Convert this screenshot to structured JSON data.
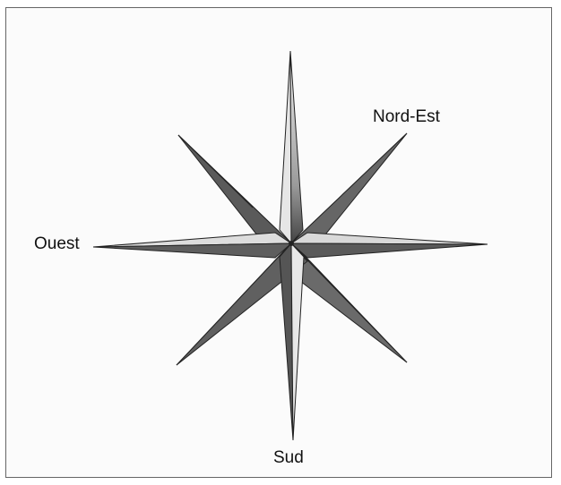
{
  "figure": {
    "type": "compass-rose",
    "points": 8,
    "labels": {
      "northeast": "Nord-Est",
      "west": "Ouest",
      "south": "Sud"
    },
    "colors": {
      "ink": "#222222",
      "shade_dark": "#555555",
      "shade_light": "#cfcfcf",
      "frame": "#666666"
    }
  }
}
